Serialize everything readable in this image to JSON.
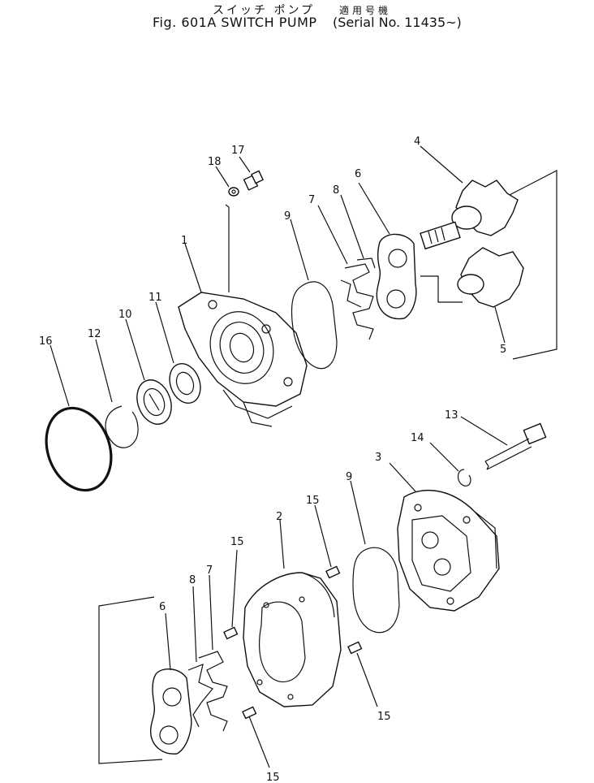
{
  "title": {
    "japanese": "スイッチ ポンプ",
    "main": "Fig. 601A SWITCH PUMP",
    "serial_jp": "適用号機",
    "serial": "(Serial No. 11435~)"
  },
  "labels": {
    "l1": "1",
    "l2": "2",
    "l3": "3",
    "l4": "4",
    "l5": "5",
    "l6a": "6",
    "l6b": "6",
    "l7a": "7",
    "l7b": "7",
    "l8a": "8",
    "l8b": "8",
    "l9a": "9",
    "l9b": "9",
    "l10": "10",
    "l11": "11",
    "l12": "12",
    "l13": "13",
    "l14": "14",
    "l15a": "15",
    "l15b": "15",
    "l15c": "15",
    "l15d": "15",
    "l16": "16",
    "l17": "17",
    "l18": "18"
  }
}
